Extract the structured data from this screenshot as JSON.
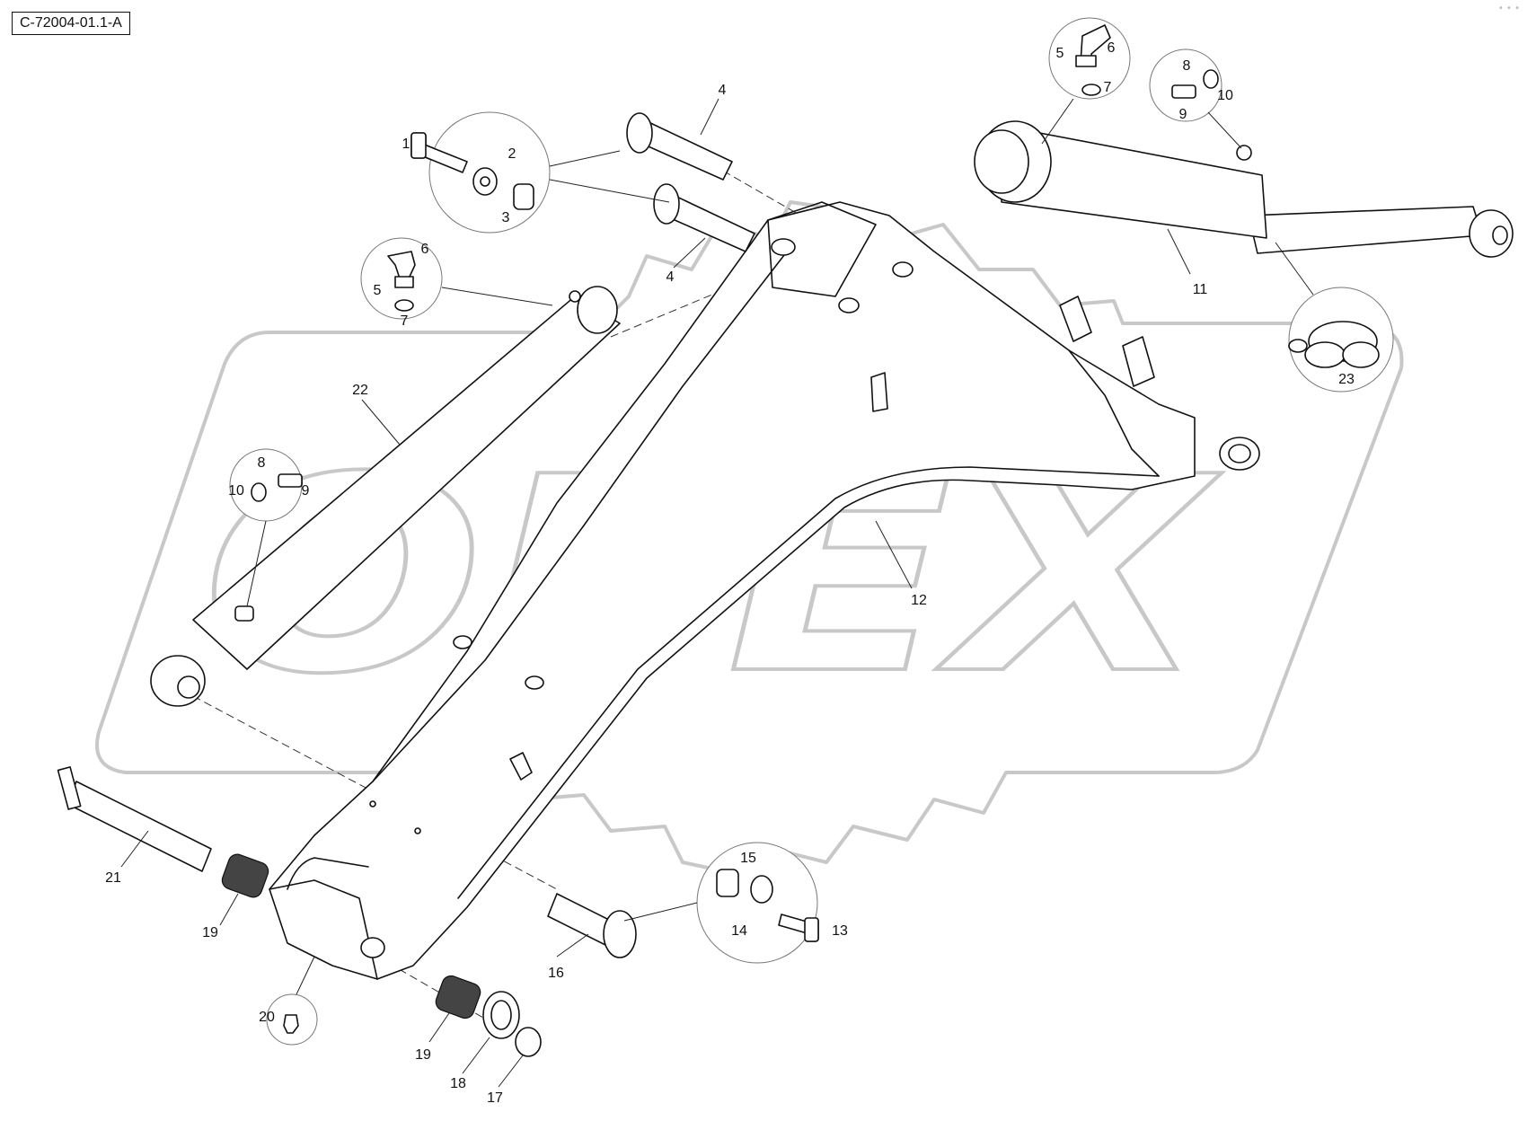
{
  "reference_code": "C-72004-01.1-A",
  "watermark": "OPEX",
  "labels": {
    "l1": "1",
    "l2": "2",
    "l3": "3",
    "l4a": "4",
    "l4b": "4",
    "l5a": "5",
    "l6a": "6",
    "l7a": "7",
    "l5b": "5",
    "l6b": "6",
    "l7b": "7",
    "l8a": "8",
    "l9a": "9",
    "l10a": "10",
    "l8b": "8",
    "l9b": "9",
    "l10b": "10",
    "l11": "11",
    "l12": "12",
    "l13": "13",
    "l14": "14",
    "l15": "15",
    "l16": "16",
    "l17": "17",
    "l18": "18",
    "l19a": "19",
    "l19b": "19",
    "l20": "20",
    "l21": "21",
    "l22": "22",
    "l23": "23"
  }
}
